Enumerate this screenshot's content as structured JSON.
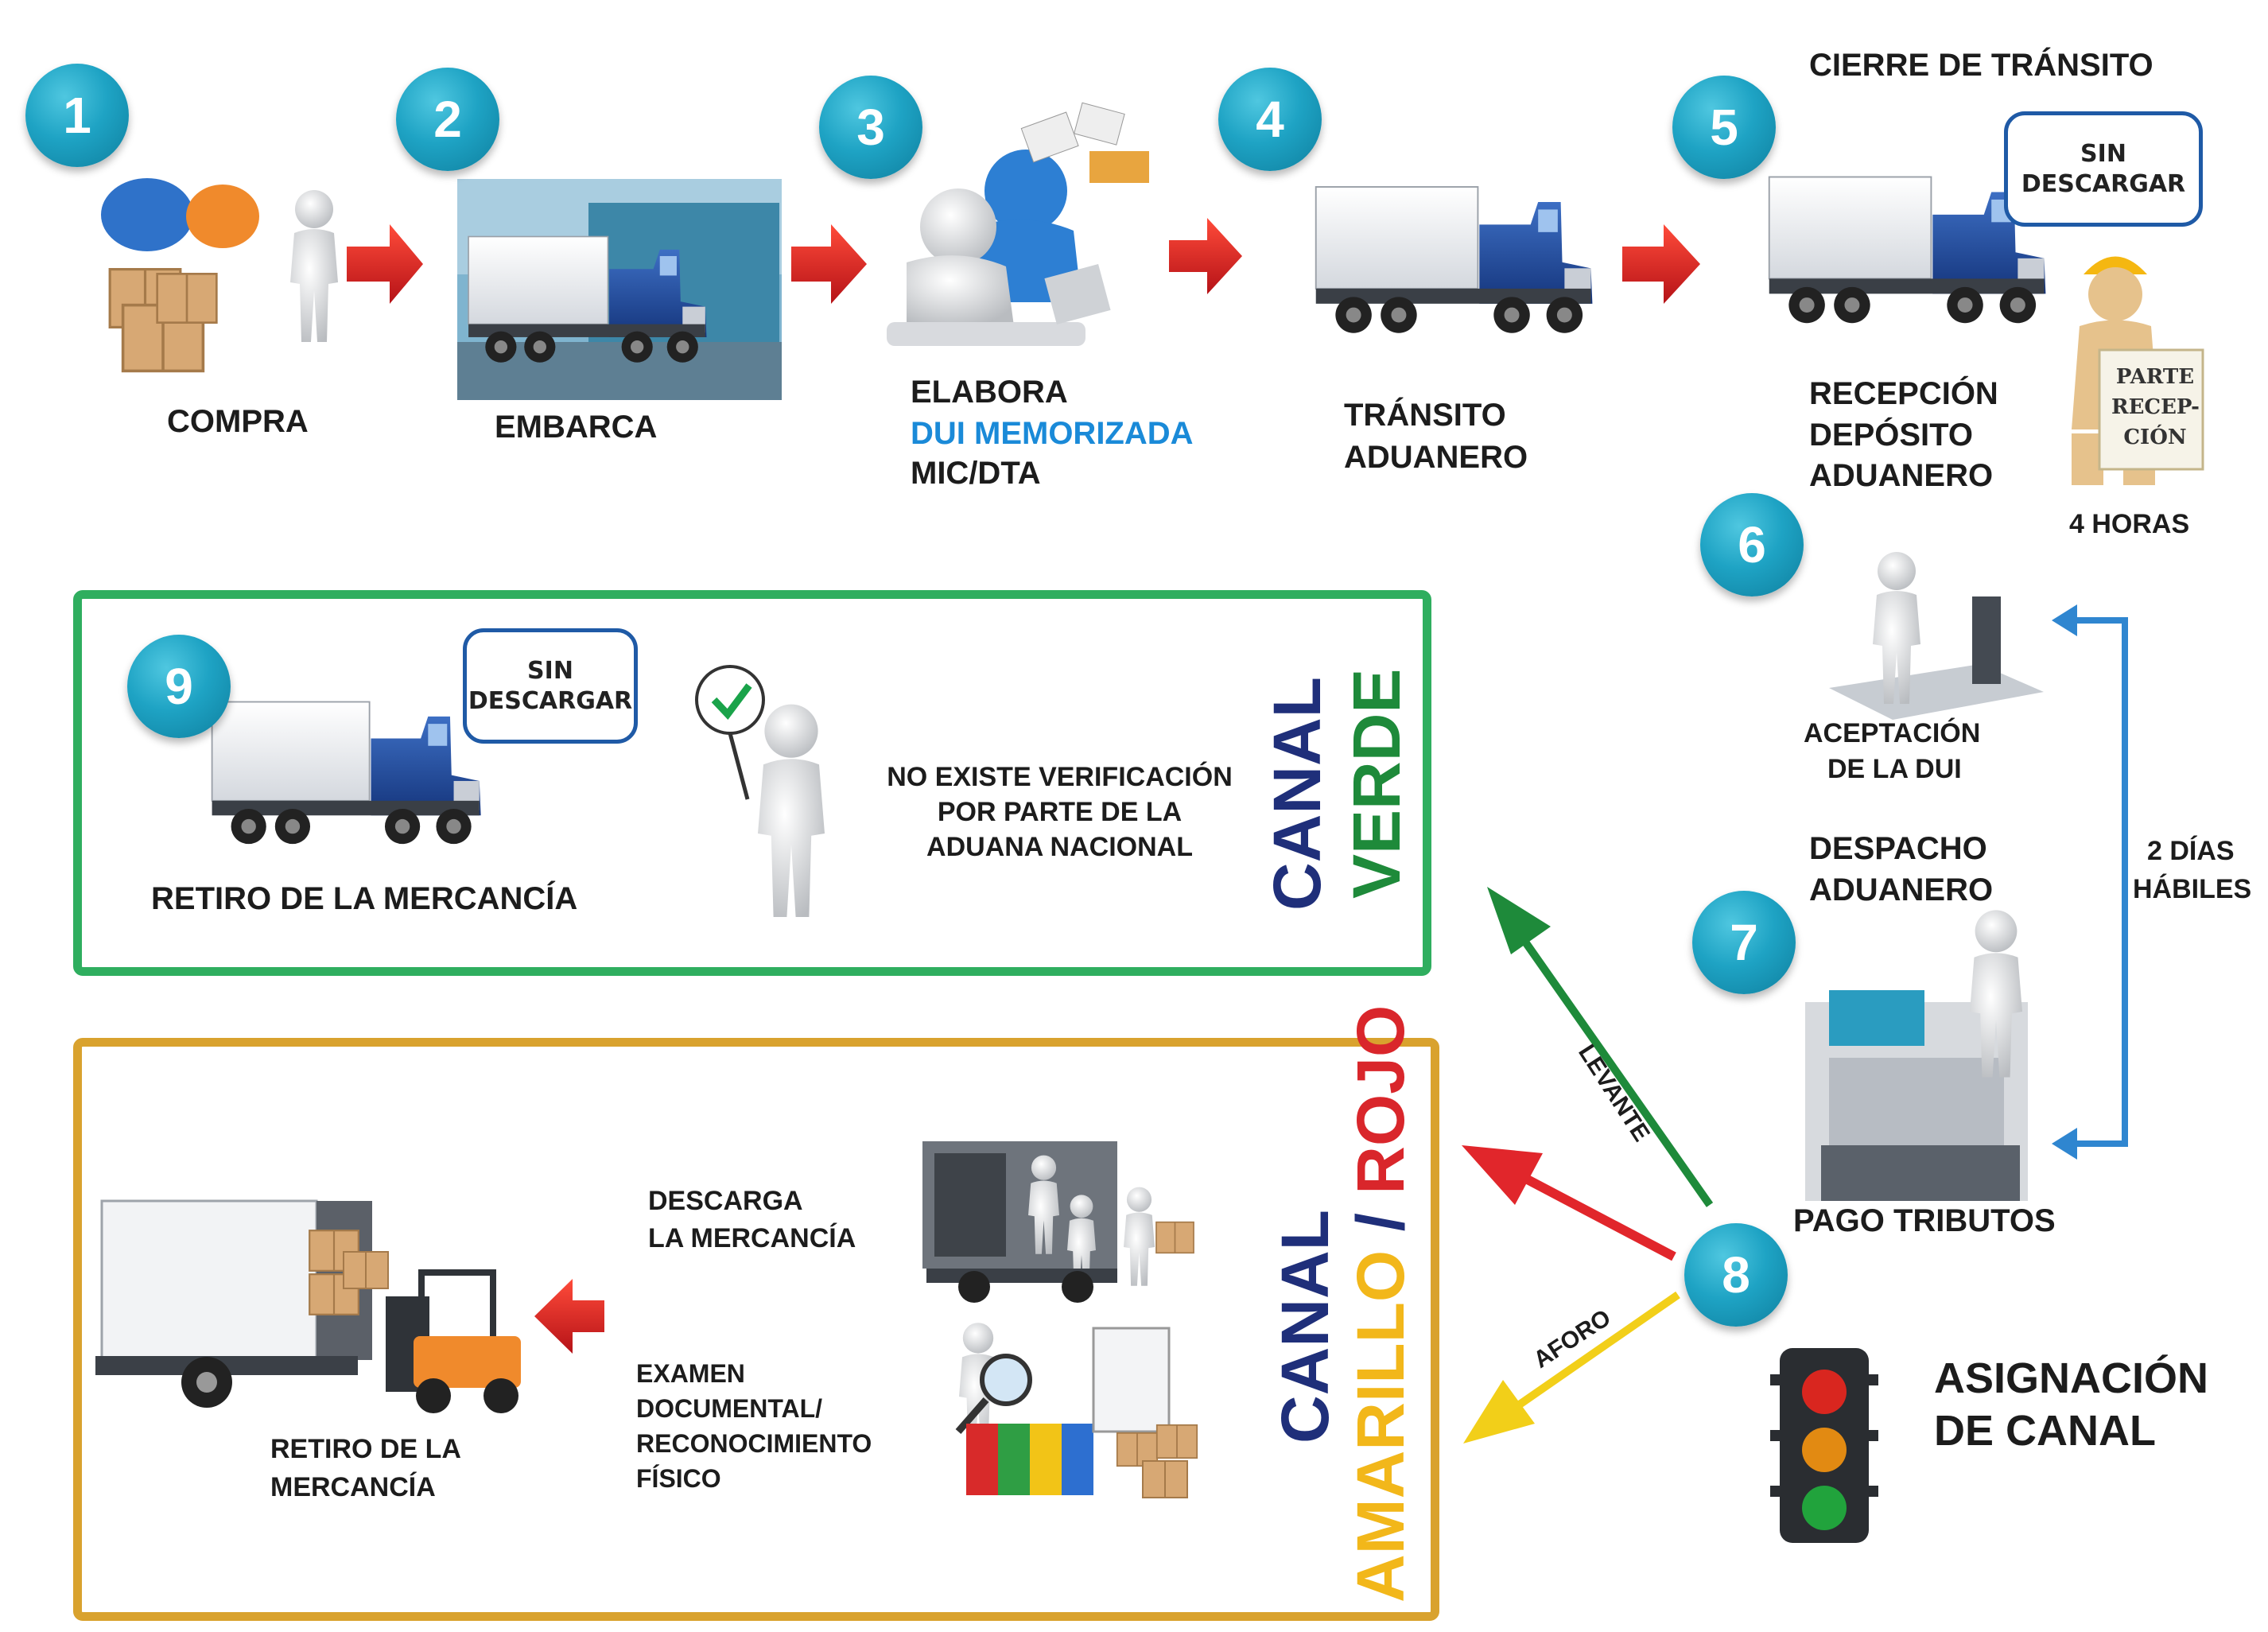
{
  "steps": {
    "s1": {
      "num": "1",
      "label": "COMPRA"
    },
    "s2": {
      "num": "2",
      "label": "EMBARCA"
    },
    "s3": {
      "num": "3",
      "line1": "ELABORA",
      "line2": "DUI MEMORIZADA",
      "line3": "MIC/DTA"
    },
    "s4": {
      "num": "4",
      "line1": "TRÁNSITO",
      "line2": "ADUANERO"
    },
    "s5": {
      "num": "5",
      "title": "CIERRE DE TRÁNSITO",
      "bubble1": "SIN",
      "bubble2": "DESCARGAR",
      "line1": "RECEPCIÓN",
      "line2": "DEPÓSITO",
      "line3": "ADUANERO",
      "sign1": "PARTE",
      "sign2": "RECEP-",
      "sign3": "CIÓN",
      "hours": "4 HORAS"
    },
    "s6": {
      "num": "6",
      "line1": "ACEPTACIÓN",
      "line2": "DE LA DUI"
    },
    "s7": {
      "num": "7",
      "top1": "DESPACHO",
      "top2": "ADUANERO",
      "label": "PAGO TRIBUTOS"
    },
    "s8": {
      "num": "8",
      "title1": "ASIGNACIÓN",
      "title2": "DE CANAL",
      "arrow_green": "LEVANTE",
      "arrow_yellow": "AFORO"
    },
    "s9": {
      "num": "9",
      "bubble1": "SIN",
      "bubble2": "DESCARGAR",
      "label": "RETIRO DE LA MERCANCÍA"
    },
    "dias1": "2  DÍAS",
    "dias2": "HÁBILES"
  },
  "green_box": {
    "channel1": "CANAL",
    "channel2": "VERDE",
    "note1": "NO EXISTE VERIFICACIÓN",
    "note2": "POR PARTE DE LA",
    "note3": "ADUANA NACIONAL"
  },
  "orange_box": {
    "channel1": "CANAL",
    "channel2": "AMARILLO",
    "slash": " / ",
    "channel3": "ROJO",
    "descarga1": "DESCARGA",
    "descarga2": "LA MERCANCÍA",
    "examen1": "EXAMEN",
    "examen2": "DOCUMENTAL/",
    "examen3": "RECONOCIMIENTO",
    "examen4": "FÍSICO",
    "retiro1": "RETIRO DE LA",
    "retiro2": "MERCANCÍA"
  },
  "colors": {
    "badge": "#1ea3c4",
    "green": "#2fae5f",
    "orange": "#d9a22e",
    "navy": "#1f2f7a",
    "red_arrow": "#e1262b",
    "yellow_arrow": "#f2cf19",
    "blue_arrow": "#2f86d0"
  },
  "icons": [
    "truck-icon",
    "person-icon",
    "computer-icon",
    "traffic-light-icon",
    "check-sign-icon",
    "forklift-icon",
    "boxes-icon",
    "magnifier-icon"
  ]
}
